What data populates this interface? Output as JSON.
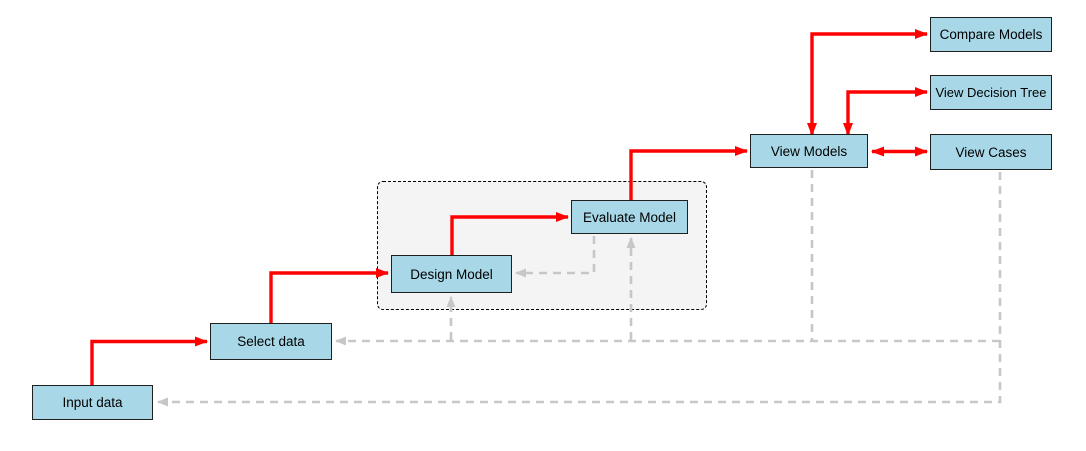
{
  "diagram": {
    "background": "#ffffff",
    "nodes": {
      "input_data": {
        "label": "Input data"
      },
      "select_data": {
        "label": "Select data"
      },
      "design_model": {
        "label": "Design Model"
      },
      "evaluate_model": {
        "label": "Evaluate Model"
      },
      "view_models": {
        "label": "View Models"
      },
      "compare_models": {
        "label": "Compare Models"
      },
      "view_decision_tree": {
        "label": "View Decision Tree"
      },
      "view_cases": {
        "label": "View Cases"
      }
    },
    "group": {
      "members": [
        "design_model",
        "evaluate_model"
      ]
    },
    "edges": [
      {
        "from": "input_data",
        "to": "select_data",
        "style": "solid-red",
        "direction": "forward"
      },
      {
        "from": "select_data",
        "to": "design_model",
        "style": "solid-red",
        "direction": "forward"
      },
      {
        "from": "design_model",
        "to": "evaluate_model",
        "style": "solid-red",
        "direction": "forward"
      },
      {
        "from": "evaluate_model",
        "to": "view_models",
        "style": "solid-red",
        "direction": "forward"
      },
      {
        "from": "view_models",
        "to": "compare_models",
        "style": "solid-red",
        "direction": "bidirectional"
      },
      {
        "from": "view_models",
        "to": "view_decision_tree",
        "style": "solid-red",
        "direction": "bidirectional"
      },
      {
        "from": "view_models",
        "to": "view_cases",
        "style": "solid-red",
        "direction": "bidirectional"
      },
      {
        "from": "evaluate_model",
        "to": "design_model",
        "style": "dashed-gray",
        "direction": "forward"
      },
      {
        "from": "view_models",
        "to": "select_data",
        "style": "dashed-gray",
        "direction": "forward"
      },
      {
        "from": "view_models",
        "to": "design_model",
        "style": "dashed-gray",
        "direction": "forward"
      },
      {
        "from": "view_models",
        "to": "evaluate_model",
        "style": "dashed-gray",
        "direction": "forward"
      },
      {
        "from": "view_cases",
        "to": "input_data",
        "style": "dashed-gray",
        "direction": "forward"
      }
    ],
    "colors": {
      "node_fill": "#a8d8e8",
      "node_border": "#1f1f1f",
      "forward_arrow": "#fe0202",
      "feedback_arrow": "#c7c7c7",
      "group_fill": "#f4f4f4",
      "group_border": "#000000"
    }
  }
}
